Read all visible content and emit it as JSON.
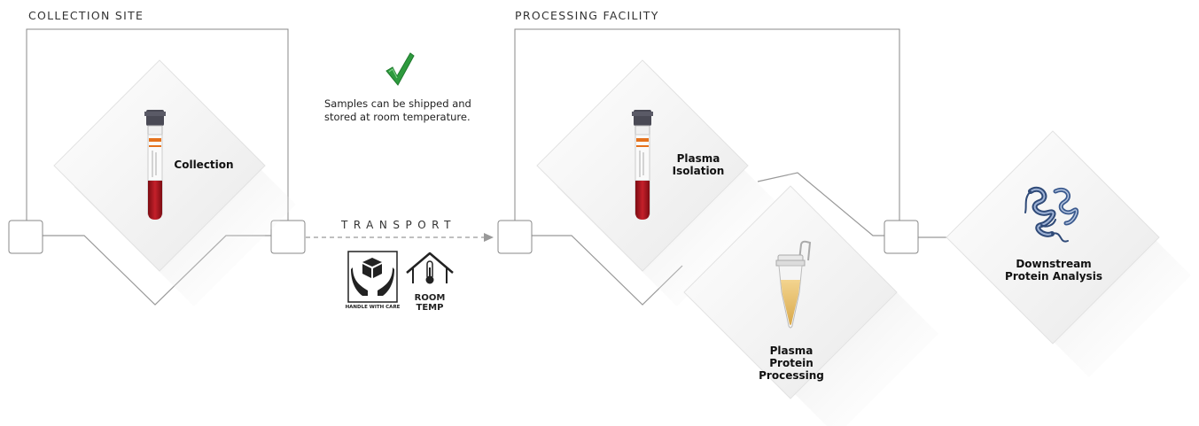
{
  "sections": {
    "collection": "COLLECTION SITE",
    "processing": "PROCESSING FACILITY"
  },
  "nodes": {
    "collection": "Collection",
    "plasma_isolation": "Plasma Isolation",
    "plasma_protein_processing": "Plasma Protein Processing",
    "downstream": "Downstream Protein Analysis"
  },
  "note": "Samples can be shipped and stored at room temperature.",
  "transport": {
    "label": "TRANSPORT",
    "handle_caption": "HANDLE WITH CARE",
    "temp_caption": "ROOM TEMP"
  },
  "icons": [
    "checkmark-icon",
    "blood-tube-icon",
    "microtube-icon",
    "protein-ribbon-icon",
    "handle-with-care-icon",
    "house-thermometer-icon"
  ],
  "colors": {
    "check": "#2e9a3e",
    "blood": "#a3131c",
    "tube_cap": "#4a4a55",
    "plasma": "#e8c27a",
    "protein": "#2f4a78"
  }
}
